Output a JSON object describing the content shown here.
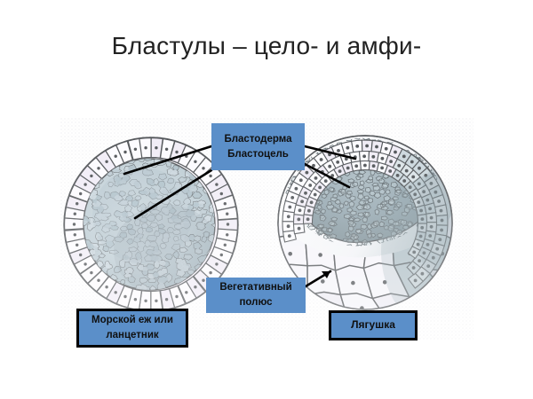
{
  "slide": {
    "title": "Бластулы – цело- и амфи-",
    "background_color": "#ffffff",
    "title_color": "#222222",
    "accent_color": "#5b8fc9",
    "outline_color": "#000000"
  },
  "figure": {
    "panel_background": "#ffffff",
    "labels": [
      {
        "id": "blastoderm",
        "lines": [
          "Бластодерма",
          "Бластоцель"
        ],
        "line1": "Бластодерма",
        "line2": "Бластоцель",
        "fill": "#5b8fc9",
        "bordered": false
      },
      {
        "id": "vegetal-pole",
        "lines": [
          "Вегетативный",
          "полюс"
        ],
        "line1": "Вегетативный",
        "line2": "полюс",
        "fill": "#5b8fc9",
        "bordered": false
      },
      {
        "id": "sea-urchin",
        "lines": [
          "Морской еж или",
          "ланцетник"
        ],
        "line1": "Морской еж или",
        "line2": "ланцетник",
        "fill": "#5b8fc9",
        "bordered": true
      },
      {
        "id": "frog",
        "lines": [
          "Лягушка"
        ],
        "line1": "Лягушка",
        "fill": "#5b8fc9",
        "bordered": true
      }
    ],
    "diagrams": [
      {
        "id": "coeloblastula",
        "name": "coeloblastula-sea-urchin",
        "organism": "Морской еж или ланцетник",
        "description": "Целобластула: центральный бластоцель, однослойная бластодерма",
        "cell_fill_outer": "#f3f0f7",
        "cell_fill_inner": "#9fb4bf",
        "outline": "#101418"
      },
      {
        "id": "amphiblastula",
        "name": "amphiblastula-frog",
        "organism": "Лягушка",
        "description": "Амфибластула: смещенный бластоцель, крупные клетки вегетативного полюса",
        "cell_fill_animal": "#eef0f6",
        "cell_fill_vegetal": "#e6e6f0",
        "cavity_fill": "#6f8894",
        "outline": "#101418"
      }
    ],
    "pointers": [
      {
        "name": "pointer-blastoderm-left",
        "from": "label-blastoderm",
        "to": "coeloblastula-outer-layer"
      },
      {
        "name": "pointer-blastocoel-left",
        "from": "label-blastoderm",
        "to": "coeloblastula-cavity"
      },
      {
        "name": "pointer-blastoderm-right",
        "from": "label-blastoderm",
        "to": "amphiblastula-outer-layer"
      },
      {
        "name": "pointer-blastocoel-right",
        "from": "label-blastoderm",
        "to": "amphiblastula-cavity"
      },
      {
        "name": "pointer-vegetal-pole",
        "from": "label-vegetal-pole",
        "to": "amphiblastula-vegetal-cells"
      }
    ]
  }
}
